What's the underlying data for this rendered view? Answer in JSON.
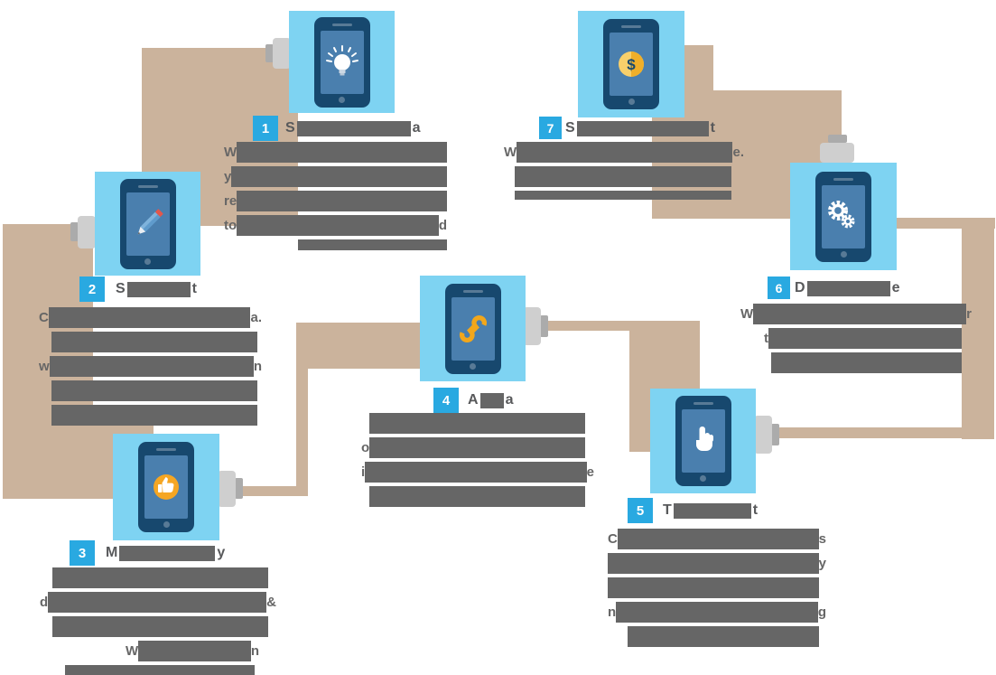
{
  "diagram_type": "mobile-app process infographic, 7 numbered steps connected by tan path",
  "palette": {
    "tile_blue": "#7ed3f2",
    "badge_blue": "#29a9e1",
    "path_tan": "#cbb39c",
    "redaction_gray": "#666666",
    "plug_gray": "#cfcfcf",
    "phone_navy": "#17486e",
    "phone_screen_blue": "#4a7fae",
    "accent_orange": "#f5a623",
    "coin_yellow": "#f8d06b",
    "eraser_red": "#e2574c"
  },
  "steps": [
    {
      "num": "1",
      "icon": "lightbulb-idea-phone-icon",
      "title_prefix": "S",
      "title_suffix": "a",
      "lines": [
        {
          "l": "W"
        },
        {
          "l": "y"
        },
        {
          "l": "re"
        },
        {
          "l": "to",
          "r": "d"
        },
        {}
      ]
    },
    {
      "num": "2",
      "icon": "pencil-sketch-phone-icon",
      "title_prefix": "S",
      "title_suffix": "t",
      "lines": [
        {
          "l": "C",
          "r": "a."
        },
        {},
        {
          "l": "w",
          "r": "n"
        },
        {},
        {}
      ]
    },
    {
      "num": "3",
      "icon": "thumbs-up-phone-icon",
      "title_prefix": "M",
      "title_suffix": "y",
      "lines": [
        {},
        {
          "l": "d",
          "r": "&"
        },
        {},
        {
          "l": "W",
          "r": "n"
        },
        {}
      ]
    },
    {
      "num": "4",
      "icon": "wrench-phone-icon",
      "title_prefix": "A",
      "title_suffix": "a",
      "lines": [
        {},
        {
          "l": "o"
        },
        {
          "l": "i",
          "r": "e"
        },
        {}
      ]
    },
    {
      "num": "5",
      "icon": "pointer-hand-phone-icon",
      "title_prefix": "T",
      "title_suffix": "t",
      "lines": [
        {
          "l": "C",
          "r": "s"
        },
        {
          "r": "y"
        },
        {},
        {
          "l": "n",
          "r": "g"
        },
        {}
      ]
    },
    {
      "num": "6",
      "icon": "gears-phone-icon",
      "title_prefix": "D",
      "title_suffix": "e",
      "lines": [
        {
          "l": "W",
          "r": "r"
        },
        {
          "l": "t"
        },
        {}
      ]
    },
    {
      "num": "7",
      "icon": "dollar-coin-phone-icon",
      "title_prefix": "S",
      "title_suffix": "t",
      "lines": [
        {
          "l": "W",
          "r": "e."
        },
        {},
        {}
      ]
    }
  ]
}
